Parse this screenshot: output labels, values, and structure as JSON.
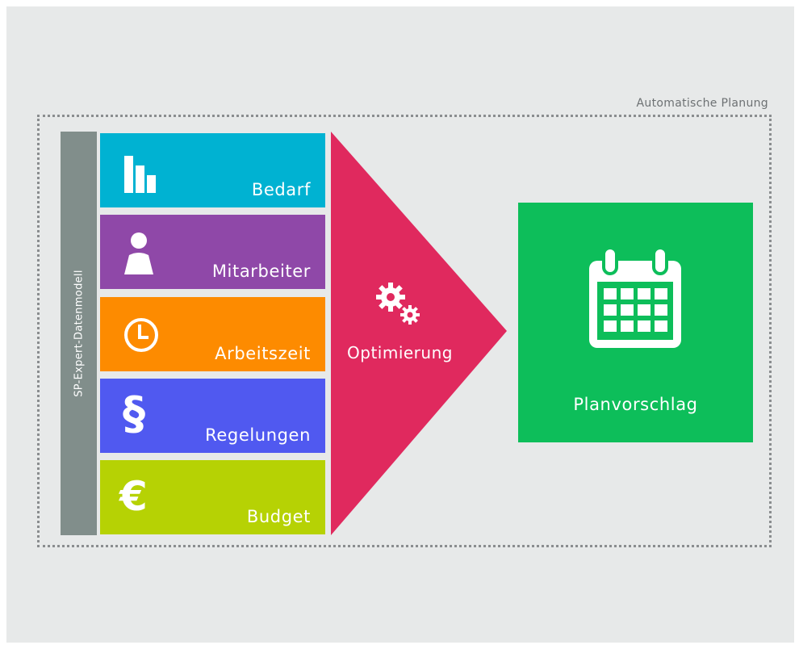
{
  "frame": {
    "label": "Automatische Planung"
  },
  "sidebar": {
    "label": "SP-Expert-Datenmodell"
  },
  "inputs": [
    {
      "label": "Bedarf",
      "icon": "bar-chart-icon",
      "color": "#00b2d2"
    },
    {
      "label": "Mitarbeiter",
      "icon": "person-icon",
      "color": "#8f48a8"
    },
    {
      "label": "Arbeitszeit",
      "icon": "clock-icon",
      "color": "#fd8b00"
    },
    {
      "label": "Regelungen",
      "icon": "paragraph-icon",
      "glyph": "§",
      "color": "#5059f0"
    },
    {
      "label": "Budget",
      "icon": "euro-icon",
      "glyph": "€",
      "color": "#b6d204"
    }
  ],
  "process": {
    "label": "Optimierung",
    "icon": "gears-icon",
    "color": "#e0295e"
  },
  "output": {
    "label": "Planvorschlag",
    "icon": "calendar-icon",
    "color": "#0dbe5a"
  }
}
